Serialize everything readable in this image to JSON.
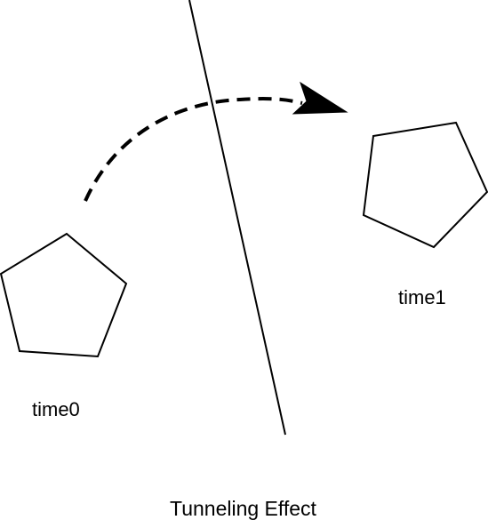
{
  "labels": {
    "start": "time0",
    "end": "time1",
    "caption": "Tunneling Effect"
  },
  "colors": {
    "stroke": "#000000",
    "background": "#ffffff"
  }
}
